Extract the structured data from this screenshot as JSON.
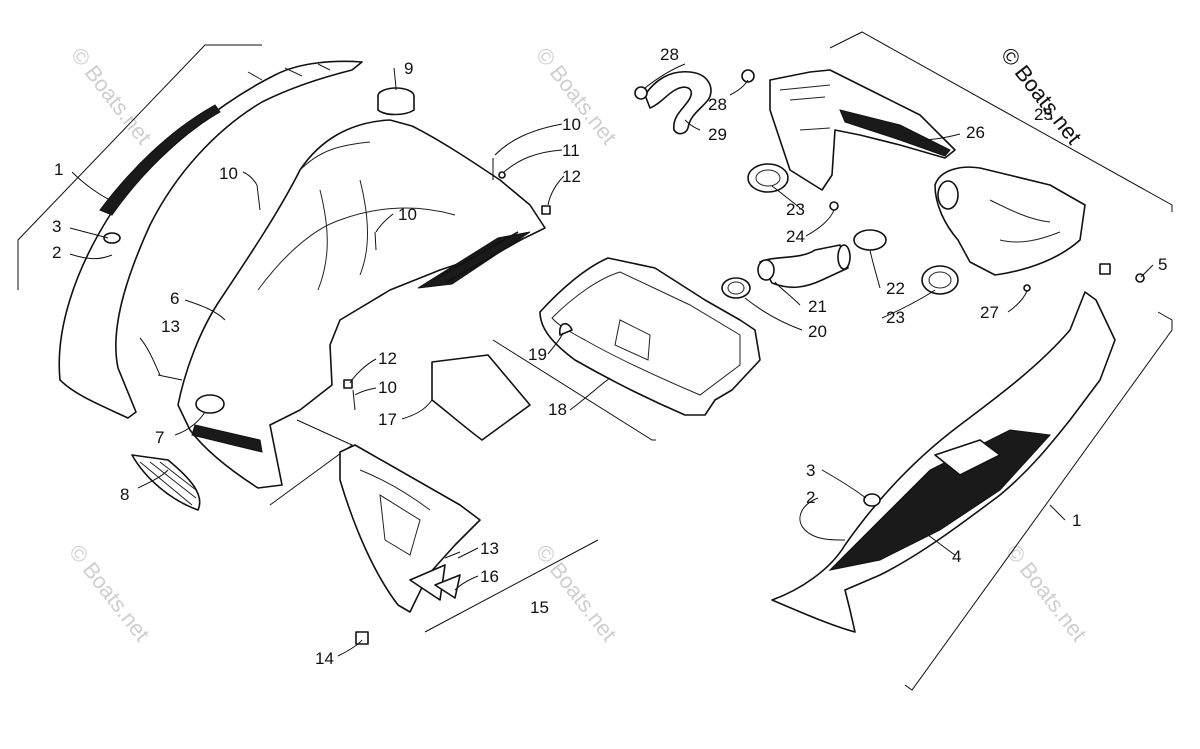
{
  "diagram": {
    "copyright": "© Boats.net",
    "watermark": "© Boats.net",
    "callouts": {
      "c1_left": "1",
      "c2_left": "2",
      "c3_left": "3",
      "c6": "6",
      "c7": "7",
      "c8": "8",
      "c9": "9",
      "c10_a": "10",
      "c10_b": "10",
      "c10_c": "10",
      "c10_d": "10",
      "c11": "11",
      "c12_a": "12",
      "c12_b": "12",
      "c13_a": "13",
      "c13_b": "13",
      "c14": "14",
      "c15": "15",
      "c16": "16",
      "c17": "17",
      "c18": "18",
      "c19": "19",
      "c20": "20",
      "c21": "21",
      "c22": "22",
      "c23_a": "23",
      "c23_b": "23",
      "c24": "24",
      "c25": "25",
      "c26": "26",
      "c27": "27",
      "c28_a": "28",
      "c28_b": "28",
      "c29": "29",
      "c5": "5",
      "c3_right": "3",
      "c2_right": "2",
      "c1_right": "1",
      "c4": "4"
    }
  }
}
